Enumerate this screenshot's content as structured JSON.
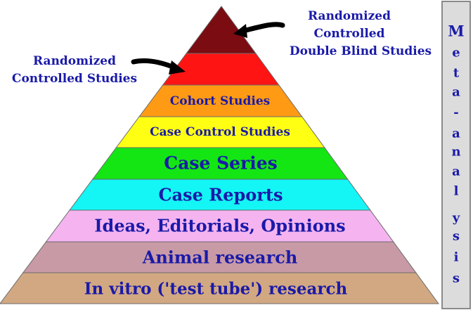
{
  "pyramid": {
    "tiers": [
      {
        "label": "",
        "color": "#7a0c12"
      },
      {
        "label": "",
        "color": "#ff1414"
      },
      {
        "label": "Cohort Studies",
        "color": "#ff9a14"
      },
      {
        "label": "Case Control Studies",
        "color": "#ffff14"
      },
      {
        "label": "Case Series",
        "color": "#14e614"
      },
      {
        "label": "Case Reports",
        "color": "#14f5f5"
      },
      {
        "label": "Ideas, Editorials, Opinions",
        "color": "#f5b4f0"
      },
      {
        "label": "Animal research",
        "color": "#c89aa6"
      },
      {
        "label": "In vitro ('test tube') research",
        "color": "#d2a882"
      }
    ]
  },
  "callouts": {
    "top": [
      "Randomized",
      "Controlled",
      "Double Blind Studies"
    ],
    "second": [
      "Randomized",
      "Controlled Studies"
    ]
  },
  "sidebar": {
    "letters": [
      "M",
      "e",
      "t",
      "a",
      "-",
      "a",
      "n",
      "a",
      "l",
      "y",
      "s",
      "i",
      "s"
    ],
    "bg_color": "#dcdcdc"
  },
  "colors": {
    "text": "#1a1aa8",
    "arrow": "#000000"
  }
}
